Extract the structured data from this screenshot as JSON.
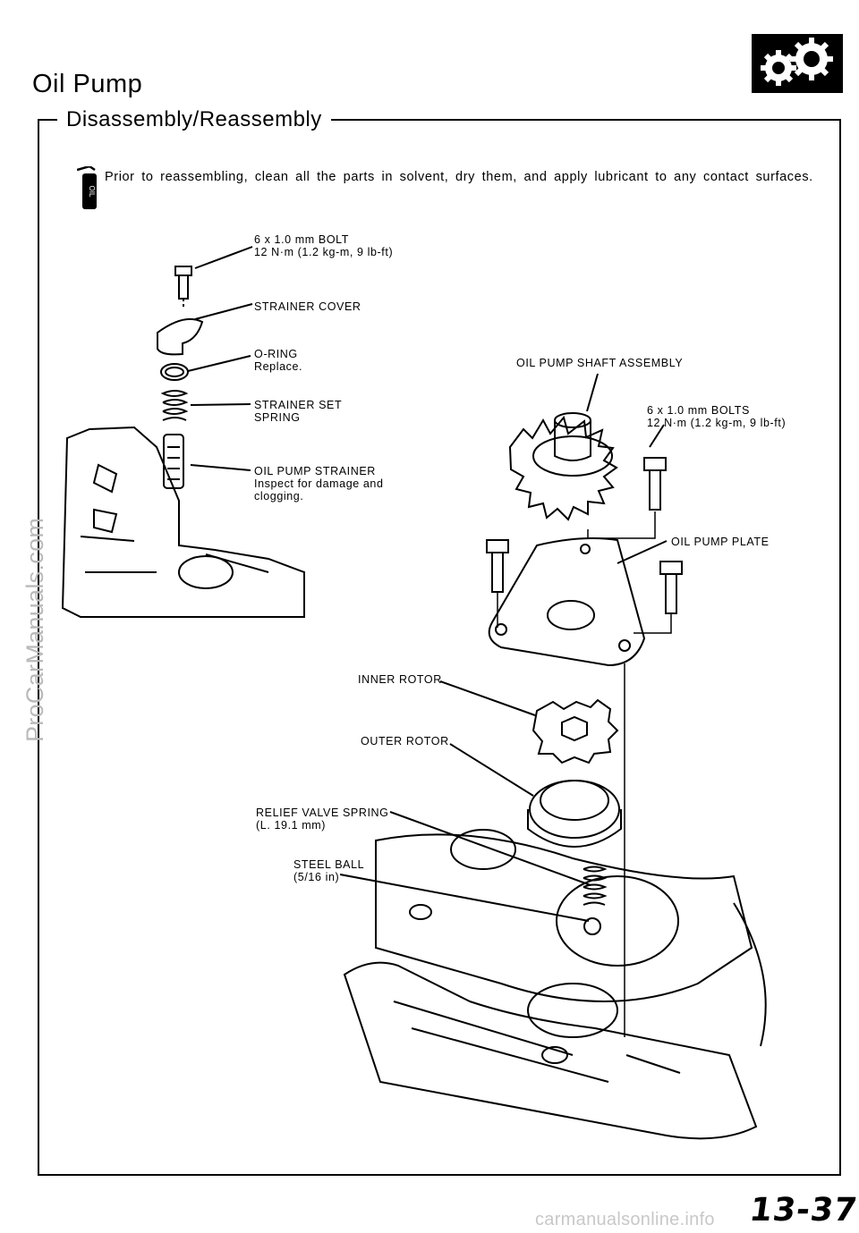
{
  "header": {
    "title": "Oil Pump",
    "section": "Disassembly/Reassembly",
    "page_number": "13-37"
  },
  "instruction": {
    "tag": "OIL",
    "text": "Prior to reassembling, clean all the parts in solvent, dry them, and apply lubricant to any contact surfaces."
  },
  "labels": {
    "bolt": [
      "6 x 1.0 mm BOLT",
      "12 N·m (1.2 kg-m, 9 lb-ft)"
    ],
    "strainer_cover": [
      "STRAINER COVER"
    ],
    "o_ring": [
      "O-RING",
      "Replace."
    ],
    "strainer_set_spring": [
      "STRAINER SET",
      "SPRING"
    ],
    "oil_pump_strainer": [
      "OIL PUMP STRAINER",
      "Inspect for damage and",
      "clogging."
    ],
    "shaft_assembly": [
      "OIL PUMP SHAFT ASSEMBLY"
    ],
    "bolts": [
      "6 x 1.0 mm BOLTS",
      "12 N·m (1.2 kg-m, 9 lb-ft)"
    ],
    "oil_pump_plate": [
      "OIL PUMP PLATE"
    ],
    "inner_rotor": [
      "INNER ROTOR"
    ],
    "outer_rotor": [
      "OUTER ROTOR"
    ],
    "relief_valve_spring": [
      "RELIEF VALVE SPRING",
      "(L. 19.1 mm)"
    ],
    "steel_ball": [
      "STEEL BALL",
      "(5/16 in)"
    ]
  },
  "watermarks": {
    "footer": "carmanualsonline.info",
    "side": "ProCarManuals.com"
  },
  "icons": [
    "gear-logo-icon",
    "oil-can-icon"
  ]
}
